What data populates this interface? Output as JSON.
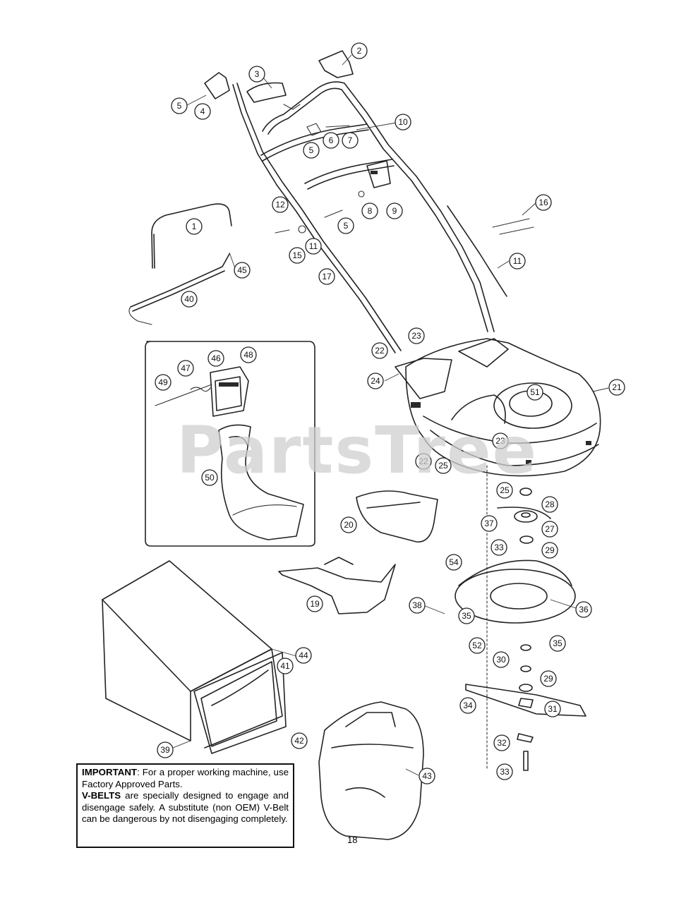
{
  "watermark": "PartsTree",
  "notice": {
    "heading": "IMPORTANT",
    "line1": ": For a proper working machine, use Factory Approved Parts.",
    "vbelts_label": "V-BELTS",
    "line2": " are specially designed to engage and disengage safely. A substitute (non OEM) V-Belt can be dangerous by not disengaging completely."
  },
  "page_number": "18",
  "callouts": [
    {
      "label": "2"
    },
    {
      "label": "3"
    },
    {
      "label": "5"
    },
    {
      "label": "4"
    },
    {
      "label": "10"
    },
    {
      "label": "5"
    },
    {
      "label": "6"
    },
    {
      "label": "7"
    },
    {
      "label": "8"
    },
    {
      "label": "9"
    },
    {
      "label": "12"
    },
    {
      "label": "5"
    },
    {
      "label": "16"
    },
    {
      "label": "1"
    },
    {
      "label": "11"
    },
    {
      "label": "15"
    },
    {
      "label": "11"
    },
    {
      "label": "45"
    },
    {
      "label": "17"
    },
    {
      "label": "40"
    },
    {
      "label": "23"
    },
    {
      "label": "48"
    },
    {
      "label": "46"
    },
    {
      "label": "47"
    },
    {
      "label": "22"
    },
    {
      "label": "49"
    },
    {
      "label": "24"
    },
    {
      "label": "21"
    },
    {
      "label": "51"
    },
    {
      "label": "23"
    },
    {
      "label": "22"
    },
    {
      "label": "25"
    },
    {
      "label": "50"
    },
    {
      "label": "25"
    },
    {
      "label": "28"
    },
    {
      "label": "37"
    },
    {
      "label": "27"
    },
    {
      "label": "20"
    },
    {
      "label": "33"
    },
    {
      "label": "29"
    },
    {
      "label": "54"
    },
    {
      "label": "19"
    },
    {
      "label": "38"
    },
    {
      "label": "35"
    },
    {
      "label": "36"
    },
    {
      "label": "44"
    },
    {
      "label": "52"
    },
    {
      "label": "35"
    },
    {
      "label": "41"
    },
    {
      "label": "30"
    },
    {
      "label": "29"
    },
    {
      "label": "34"
    },
    {
      "label": "31"
    },
    {
      "label": "42"
    },
    {
      "label": "39"
    },
    {
      "label": "32"
    },
    {
      "label": "43"
    },
    {
      "label": "33"
    }
  ]
}
